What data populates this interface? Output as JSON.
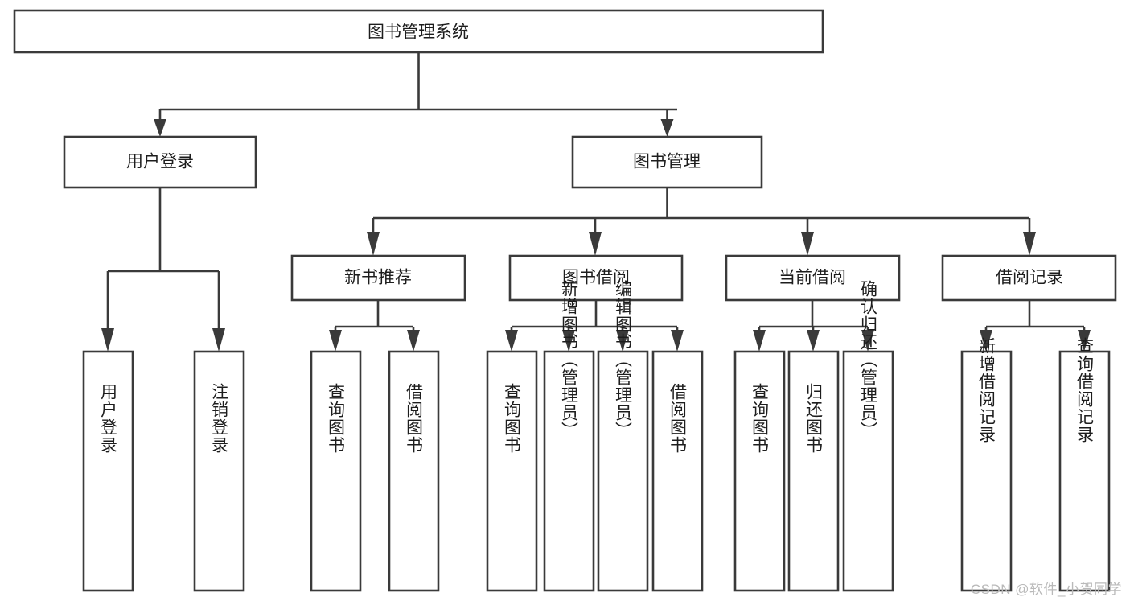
{
  "diagram": {
    "type": "hierarchy-tree",
    "title_node": "图书管理系统",
    "watermark": "CSDN @软件_小贺同学",
    "level1": [
      {
        "id": "user-login",
        "label": "用户登录"
      },
      {
        "id": "book-manage",
        "label": "图书管理"
      }
    ],
    "level2": [
      {
        "id": "new-book-recommend",
        "label": "新书推荐",
        "parent": "book-manage"
      },
      {
        "id": "book-borrow",
        "label": "图书借阅",
        "parent": "book-manage"
      },
      {
        "id": "current-borrow",
        "label": "当前借阅",
        "parent": "book-manage"
      },
      {
        "id": "borrow-record",
        "label": "借阅记录",
        "parent": "book-manage"
      }
    ],
    "leaves": [
      {
        "id": "leaf-user-login",
        "label": "用户登录",
        "parent": "user-login"
      },
      {
        "id": "leaf-logout-login",
        "label": "注销登录",
        "parent": "user-login"
      },
      {
        "id": "leaf-query-book-1",
        "label": "查询图书",
        "parent": "new-book-recommend"
      },
      {
        "id": "leaf-borrow-book-1",
        "label": "借阅图书",
        "parent": "new-book-recommend"
      },
      {
        "id": "leaf-query-book-2",
        "label": "查询图书",
        "parent": "book-borrow"
      },
      {
        "id": "leaf-add-book",
        "label": "新增图书（管理员）",
        "parent": "book-borrow"
      },
      {
        "id": "leaf-edit-book",
        "label": "编辑图书（管理员）",
        "parent": "book-borrow"
      },
      {
        "id": "leaf-borrow-book-2",
        "label": "借阅图书",
        "parent": "book-borrow"
      },
      {
        "id": "leaf-query-book-3",
        "label": "查询图书",
        "parent": "current-borrow"
      },
      {
        "id": "leaf-return-book",
        "label": "归还图书",
        "parent": "current-borrow"
      },
      {
        "id": "leaf-confirm-return",
        "label": "确认归还（管理员）",
        "parent": "current-borrow"
      },
      {
        "id": "leaf-add-record",
        "label": "新增借阅记录",
        "parent": "borrow-record"
      },
      {
        "id": "leaf-query-record",
        "label": "查询借阅记录",
        "parent": "borrow-record"
      }
    ],
    "colors": {
      "box_stroke": "#3a3a3a",
      "box_fill": "#ffffff",
      "text": "#1d1d1d",
      "background": "#ffffff",
      "watermark": "#b9b9b9"
    }
  }
}
